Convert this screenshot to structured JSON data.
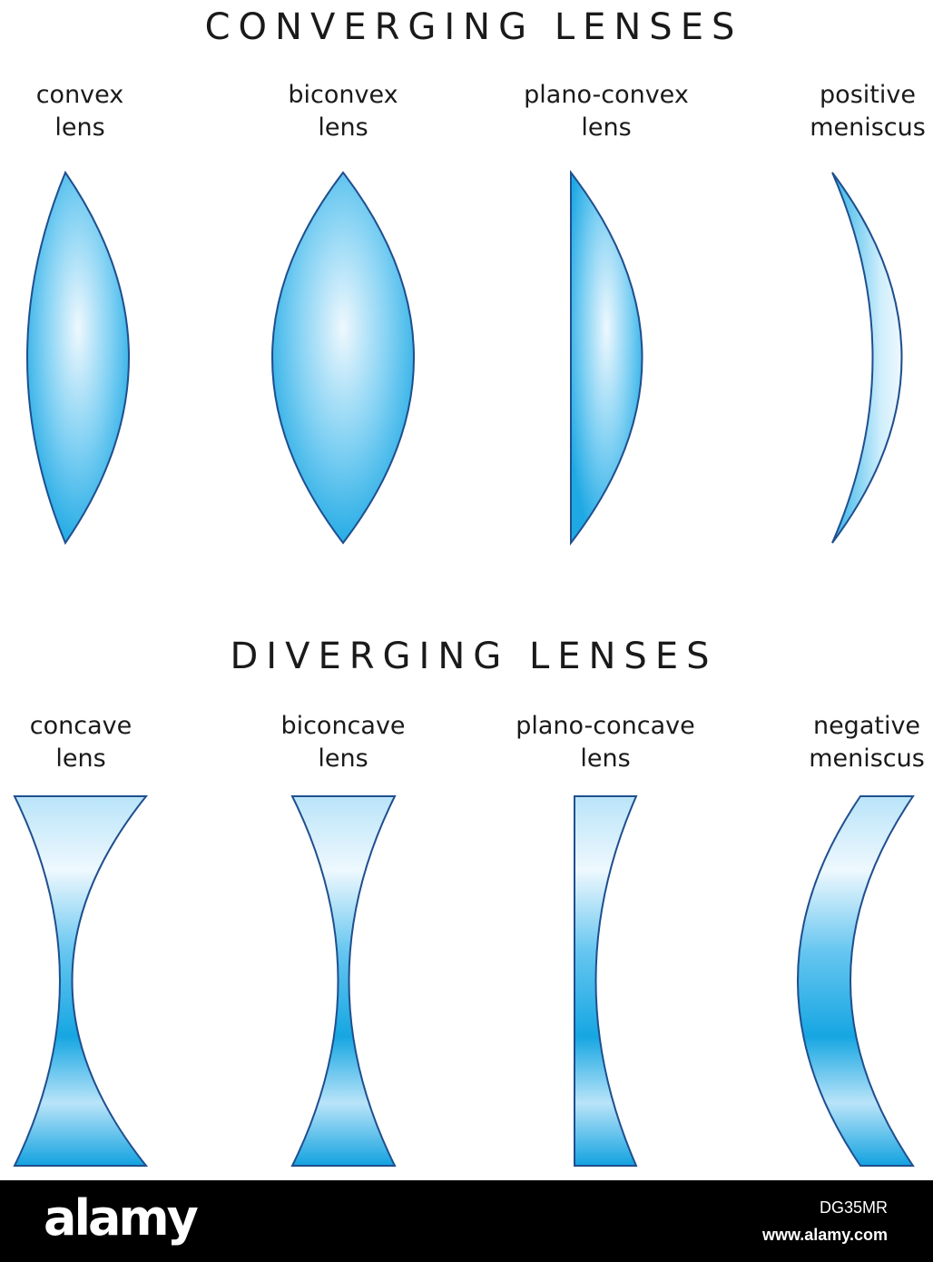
{
  "sections": {
    "converging": {
      "title": "CONVERGING LENSES",
      "lenses": [
        {
          "line1": "convex",
          "line2": "lens"
        },
        {
          "line1": "biconvex",
          "line2": "lens"
        },
        {
          "line1": "plano-convex",
          "line2": "lens"
        },
        {
          "line1": "positive",
          "line2": "meniscus"
        }
      ]
    },
    "diverging": {
      "title": "DIVERGING LENSES",
      "lenses": [
        {
          "line1": "concave",
          "line2": "lens"
        },
        {
          "line1": "biconcave",
          "line2": "lens"
        },
        {
          "line1": "plano-concave",
          "line2": "lens"
        },
        {
          "line1": "negative",
          "line2": "meniscus"
        }
      ]
    }
  },
  "colors": {
    "lens_fill": "#2fb3e8",
    "lens_highlight": "#eef8fe",
    "lens_outline": "#1f4f8f"
  },
  "footer": {
    "logo": "alamy",
    "image_id": "DG35MR",
    "site": "www.alamy.com"
  }
}
